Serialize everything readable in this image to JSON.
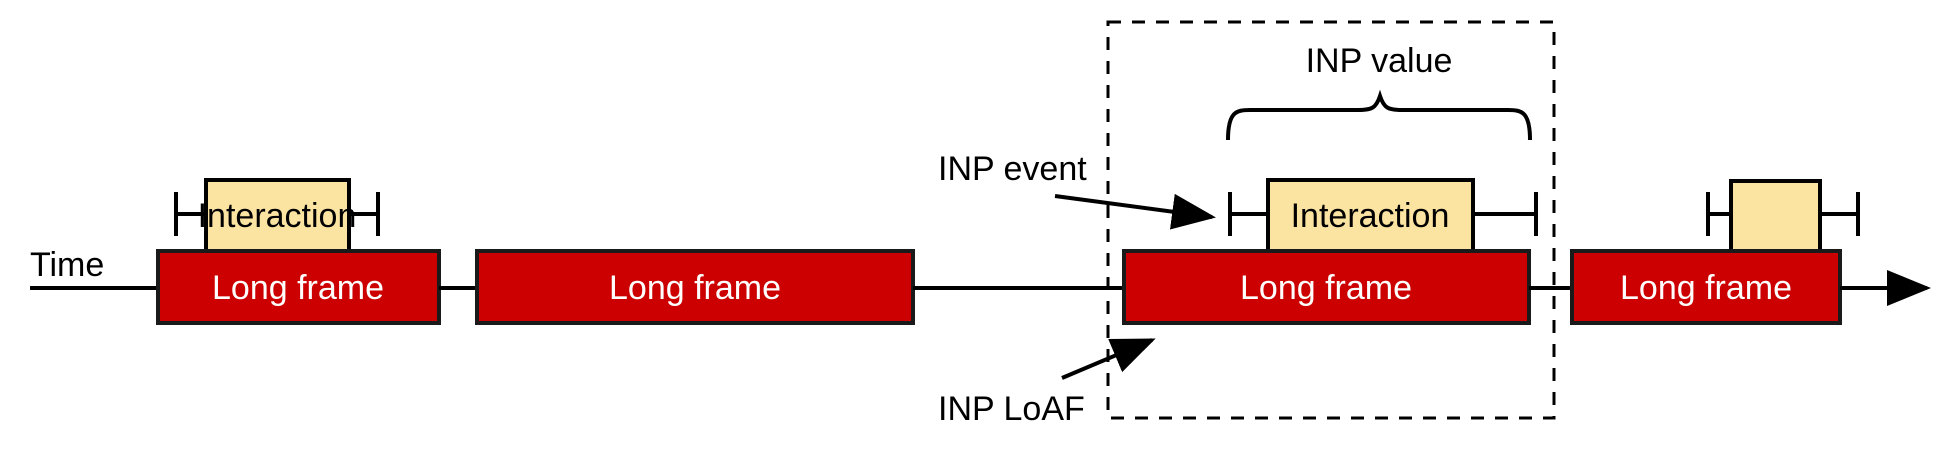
{
  "diagram": {
    "title_label": "Time",
    "axis": {
      "name": "time-axis",
      "label": "Time",
      "direction": "left-to-right"
    },
    "colors": {
      "long_frame_fill": "#CC0000",
      "long_frame_stroke": "#1a1a1a",
      "interaction_fill": "#FBE3A2",
      "interaction_stroke": "#000000",
      "line": "#000000",
      "text_dark": "#000000",
      "text_light": "#ffffff",
      "background": "#ffffff",
      "dashed_region_stroke": "#000000"
    },
    "frames": [
      {
        "id": "frame-1",
        "label": "Long frame",
        "has_interaction": true,
        "interaction_label": "Interaction"
      },
      {
        "id": "frame-2",
        "label": "Long frame",
        "has_interaction": false,
        "interaction_label": ""
      },
      {
        "id": "frame-3",
        "label": "Long frame",
        "has_interaction": true,
        "interaction_label": "Interaction"
      },
      {
        "id": "frame-4",
        "label": "Long frame",
        "has_interaction": true,
        "interaction_label": ""
      }
    ],
    "annotations": {
      "inp_value": "INP value",
      "inp_event": "INP event",
      "inp_loaf": "INP LoAF"
    }
  }
}
